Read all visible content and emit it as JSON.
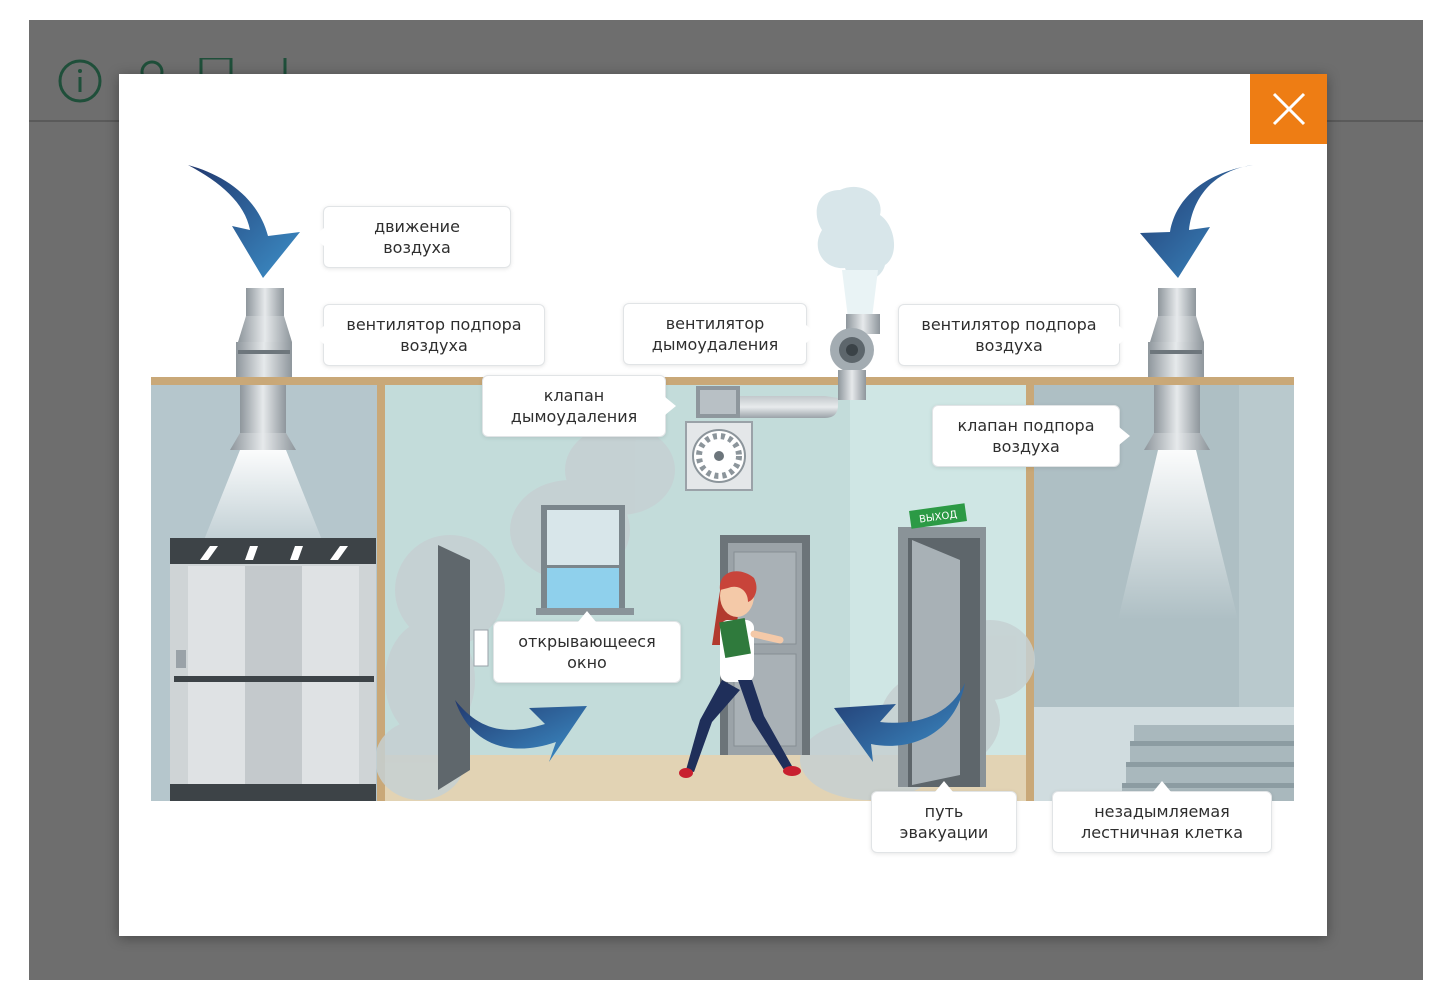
{
  "backdrop_toolbar": {
    "icons": [
      "info-circle-icon",
      "person-icon",
      "document-icon",
      "download-icon"
    ]
  },
  "modal": {
    "close_icon": "close-icon",
    "accent_color": "#ee7d14"
  },
  "scene": {
    "exit_sign": "ВЫХОД",
    "labels": {
      "air_movement": "движение\nвоздуха",
      "supply_fan_left": "вентилятор подпора\nвоздуха",
      "smoke_exhaust_fan": "вентилятор\nдымоудаления",
      "supply_fan_right": "вентилятор подпора\nвоздуха",
      "smoke_valve": "клапан\nдымоудаления",
      "supply_valve": "клапан подпора\nвоздуха",
      "opening_window": "открывающееся\nокно",
      "evacuation_path": "путь\nэвакуации",
      "smoke_free_stairwell": "незадымляемая\nлестничная клетка"
    }
  }
}
